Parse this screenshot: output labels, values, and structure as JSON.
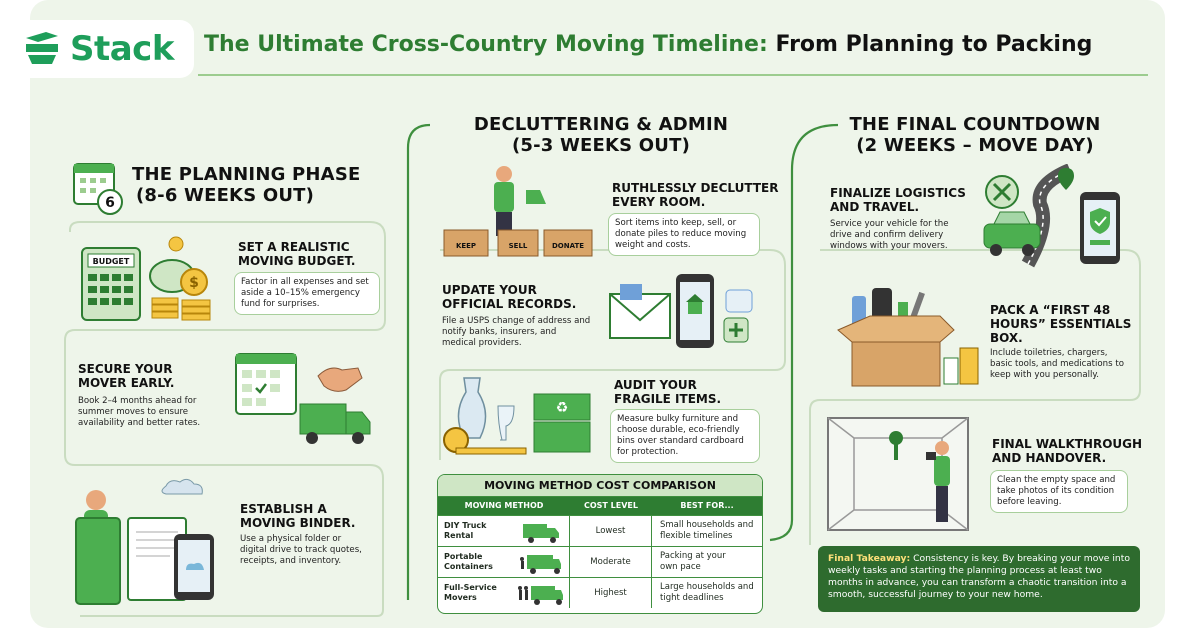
{
  "brand": {
    "name": "Stack"
  },
  "header": {
    "title_green": "The Ultimate Cross-Country Moving Timeline:",
    "title_dark": "From Planning to Packing"
  },
  "sections": {
    "planning": {
      "title_line1": "THE PLANNING PHASE",
      "title_line2": "(8-6 WEEKS OUT)",
      "calendar_number": "6",
      "steps": [
        {
          "title_line1": "SET A REALISTIC",
          "title_line2": "MOVING BUDGET.",
          "desc": "Factor in all expenses and set aside a 10–15% emergency fund for surprises.",
          "icon_label": "BUDGET"
        },
        {
          "title_line1": "SECURE YOUR",
          "title_line2": "MOVER EARLY.",
          "desc": "Book 2–4 months ahead for summer moves to ensure availability and better rates."
        },
        {
          "title_line1": "ESTABLISH A",
          "title_line2": "MOVING BINDER.",
          "desc": "Use a physical folder or digital drive to track quotes, receipts, and inventory."
        }
      ]
    },
    "declutter": {
      "title_line1": "DECLUTTERING & ADMIN",
      "title_line2": "(5-3 WEEKS OUT)",
      "steps": [
        {
          "title_line1": "RUTHLESSLY DECLUTTER",
          "title_line2": "EVERY ROOM.",
          "desc": "Sort items into keep, sell, or donate piles to reduce moving weight and costs.",
          "box_labels": [
            "KEEP",
            "SELL",
            "DONATE"
          ]
        },
        {
          "title_line1": "UPDATE YOUR",
          "title_line2": "OFFICIAL RECORDS.",
          "desc": "File a USPS change of address and notify banks, insurers, and medical providers."
        },
        {
          "title_line1": "AUDIT YOUR",
          "title_line2": "FRAGILE ITEMS.",
          "desc": "Measure bulky furniture and choose durable, eco-friendly bins over standard cardboard for protection."
        }
      ]
    },
    "countdown": {
      "title_line1": "THE FINAL COUNTDOWN",
      "title_line2": "(2 WEEKS – MOVE DAY)",
      "steps": [
        {
          "title_line1": "FINALIZE LOGISTICS",
          "title_line2": "AND TRAVEL.",
          "desc": "Service your vehicle for the drive and confirm delivery windows with your movers."
        },
        {
          "title_line1": "PACK A “FIRST 48",
          "title_line2": "HOURS” ESSENTIALS",
          "title_line3": "BOX.",
          "desc": "Include toiletries, chargers, basic tools, and medications to keep with you personally."
        },
        {
          "title_line1": "FINAL WALKTHROUGH",
          "title_line2": "AND HANDOVER.",
          "desc": "Clean the empty space and take photos of its condition before leaving."
        }
      ]
    }
  },
  "cost_table": {
    "title": "MOVING METHOD COST COMPARISON",
    "headers": [
      "MOVING METHOD",
      "COST LEVEL",
      "BEST FOR..."
    ],
    "rows": [
      {
        "method_line1": "DIY Truck",
        "method_line2": "Rental",
        "cost": "Lowest",
        "best_line1": "Small households and",
        "best_line2": "flexible timelines"
      },
      {
        "method_line1": "Portable",
        "method_line2": "Containers",
        "cost": "Moderate",
        "best_line1": "Packing at your",
        "best_line2": "own pace"
      },
      {
        "method_line1": "Full-Service",
        "method_line2": "Movers",
        "cost": "Highest",
        "best_line1": "Large households and",
        "best_line2": "tight deadlines"
      }
    ]
  },
  "takeaway": {
    "label": "Final Takeaway:",
    "text": " Consistency is key. By breaking your move into weekly tasks and starting the planning process at least two months in advance, you can transform a chaotic transition into a smooth, successful journey to your new home."
  },
  "colors": {
    "brand_green": "#1e9e5a",
    "title_green": "#2e7d32",
    "panel": "#eef5ea",
    "takeaway_bg": "#2e6b2e"
  }
}
